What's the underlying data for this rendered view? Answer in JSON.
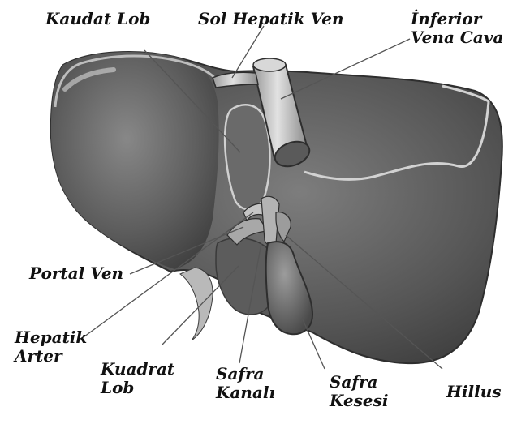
{
  "diagram": {
    "labels": {
      "kaudat_lob": "Kaudat Lob",
      "sol_hepatik_ven": "Sol Hepatik Ven",
      "inferior_vena_cava": [
        "İnferior",
        "Vena Cava"
      ],
      "portal_ven": "Portal Ven",
      "hepatik_arter": [
        "Hepatik",
        "Arter"
      ],
      "kuadrat_lob": [
        "Kuadrat",
        "Lob"
      ],
      "safra_kanali": [
        "Safra",
        "Kanalı"
      ],
      "safra_kesesi": [
        "Safra",
        "Kesesi"
      ],
      "hillus": "Hillus"
    },
    "colors": {
      "liver_dark": "#454545",
      "liver_mid": "#6f6f6f",
      "liver_light": "#9a9a9a",
      "vessel": "#c8c8c8",
      "leader_line": "#555555",
      "label_text": "#111111"
    }
  }
}
